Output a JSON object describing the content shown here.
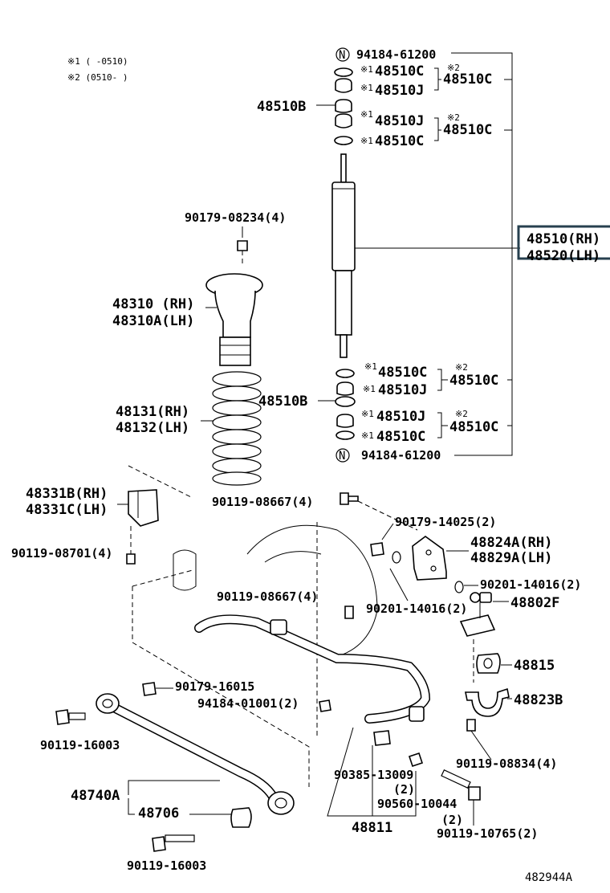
{
  "notes": {
    "note1": "※1 (      -0510)",
    "note2": "※2 (0510-      )"
  },
  "callouts": {
    "n_symbol": "N",
    "bracket_marks": [
      "※1",
      "※1",
      "※1",
      "※1",
      "※1",
      "※1",
      "※1",
      "※1"
    ],
    "group_marks": [
      "※2",
      "※2",
      "※2",
      "※2"
    ],
    "shock_rh": "48510(RH)",
    "shock_lh": "48520(LH)",
    "nut_top": "94184-61200",
    "nut_bottom": "94184-61200",
    "c_upper1": "48510C",
    "j_upper1": "48510J",
    "grp_upper1": "48510C",
    "b_upper": "48510B",
    "j_upper2": "48510J",
    "c_upper2": "48510C",
    "grp_upper2": "48510C",
    "c_lower1": "48510C",
    "j_lower1": "48510J",
    "grp_lower1": "48510C",
    "b_lower": "48510B",
    "j_lower2": "48510J",
    "c_lower2": "48510C",
    "grp_lower2": "48510C",
    "mount_nut": "90179-08234(4)",
    "mount_rh": "48310  (RH)",
    "mount_lh": "48310A(LH)",
    "spring_rh": "48131(RH)",
    "spring_lh": "48132(LH)",
    "bumper_rh": "48331B(RH)",
    "bumper_lh": "48331C(LH)",
    "bolt_8701": "90119-08701(4)",
    "bolt_8667a": "90119-08667(4)",
    "nut_14025": "90179-14025(2)",
    "bracket_rh": "48824A(RH)",
    "bracket_lh": "48829A(LH)",
    "washer_14016a": "90201-14016(2)",
    "bolt_8667b": "90119-08667(4)",
    "washer_14016b": "90201-14016(2)",
    "link_48802f": "48802F",
    "bush_48815": "48815",
    "bracket_48823b": "48823B",
    "bolt_8834": "90119-08834(4)",
    "nut_16015": "90179-16015",
    "nut_01001": "94184-01001(2)",
    "bolt_16003a": "90119-16003",
    "rod_48740a": "48740A",
    "bush_48706": "48706",
    "bolt_16003b": "90119-16003",
    "bush_13009": "90385-13009",
    "qty_13009": "(2)",
    "collar_10044": "90560-10044",
    "qty_10044": "(2)",
    "assy_48811": "48811",
    "bolt_10765": "90119-10765(2)"
  },
  "figure_id": "482944A"
}
